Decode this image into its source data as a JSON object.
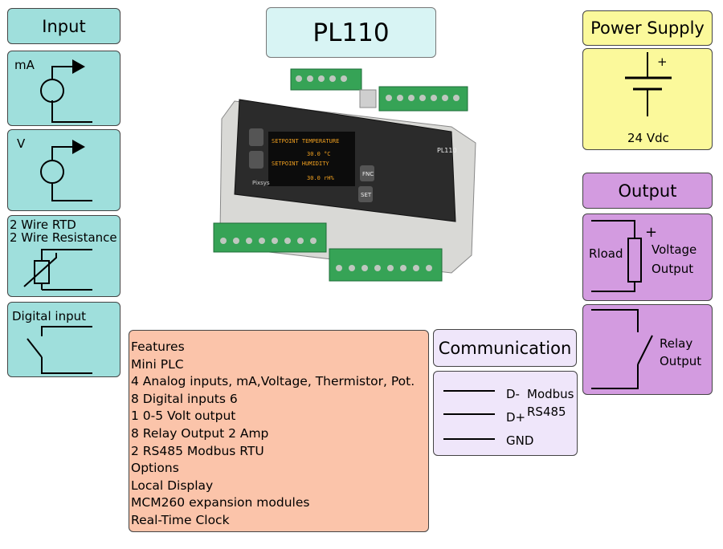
{
  "title": "PL110",
  "input": {
    "header": "Input",
    "ma_label": "mA",
    "v_label": "V",
    "rtd_line1": "2 Wire RTD",
    "rtd_line2": "2 Wire Resistance",
    "digital_label": "Digital input"
  },
  "power": {
    "header": "Power Supply",
    "plus": "+",
    "voltage": "24 Vdc"
  },
  "output": {
    "header": "Output",
    "rload": "Rload",
    "plus": "+",
    "voltage_output_1": "Voltage",
    "voltage_output_2": "Output",
    "relay_output_1": "Relay",
    "relay_output_2": "Output"
  },
  "communication": {
    "header": "Communication",
    "d_minus": "D-",
    "d_plus": "D+",
    "gnd": "GND",
    "modbus": "Modbus",
    "rs485": "RS485"
  },
  "device": {
    "display_line1": "SETPOINT TEMPERATURE",
    "display_line2": "30.0 °C",
    "display_line3": "SETPOINT HUMIDITY",
    "display_line4": "30.0 rH%",
    "model": "PL110",
    "fnc": "FNC",
    "set": "SET",
    "brand": "Pixsys"
  },
  "features": [
    "Features",
    "Mini PLC",
    "4 Analog inputs, mA,Voltage, Thermistor, Pot.",
    "8 Digital inputs 6",
    "1 0-5 Volt output",
    "8 Relay Output 2 Amp",
    "2 RS485 Modbus RTU",
    "Options",
    "Local Display",
    "MCM260 expansion modules",
    "Real-Time Clock"
  ]
}
